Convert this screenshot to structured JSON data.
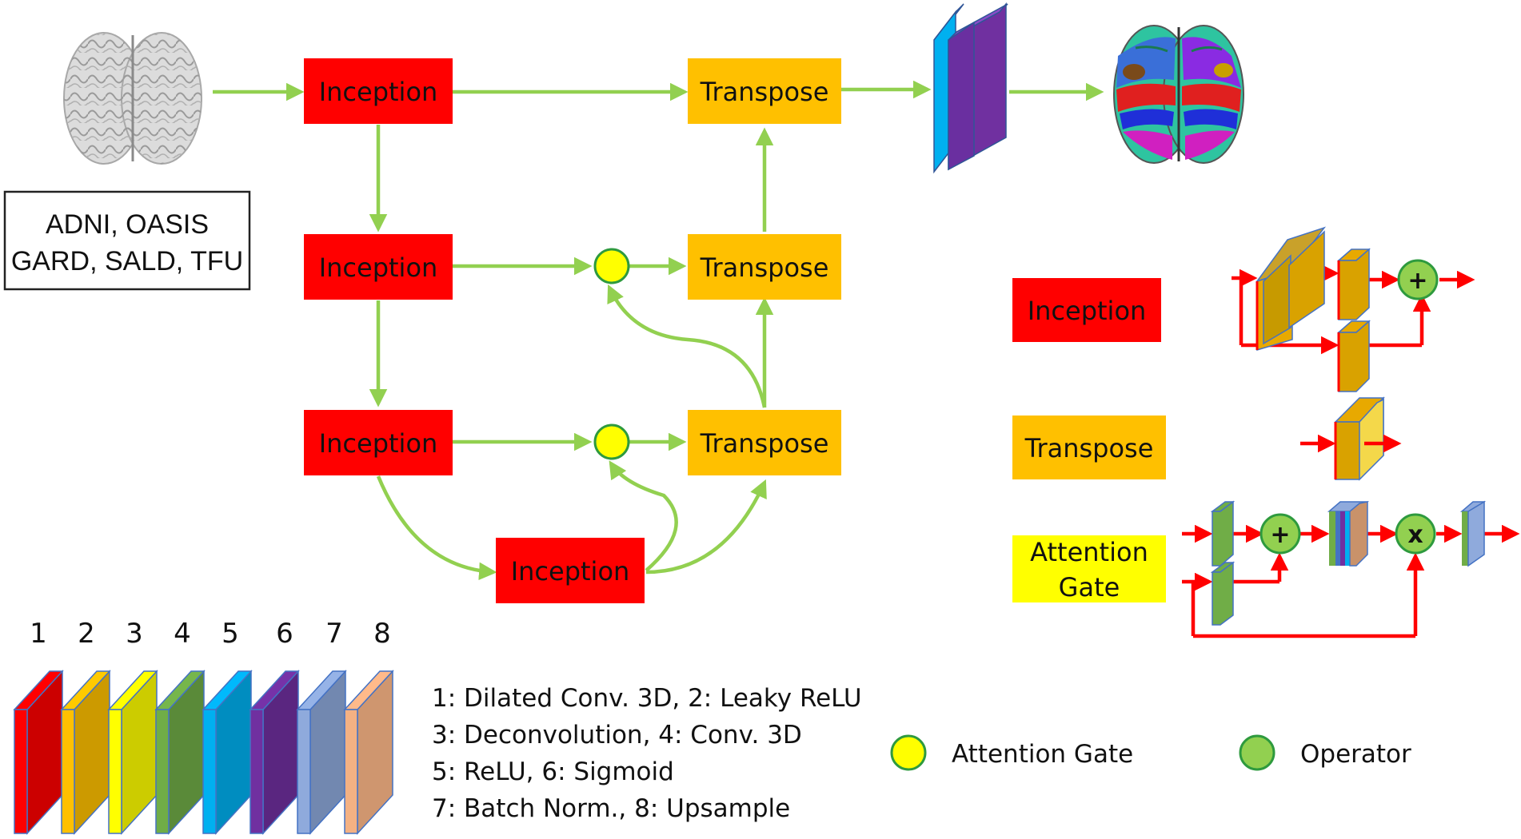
{
  "datasets": {
    "line1": "ADNI, OASIS",
    "line2": "GARD, SALD, TFU"
  },
  "blocks": {
    "inception": "Inception",
    "transpose": "Transpose"
  },
  "legend_blocks": {
    "inception": "Inception",
    "transpose": "Transpose",
    "attention_line1": "Attention",
    "attention_line2": "Gate"
  },
  "operators": {
    "plus": "+",
    "times": "x"
  },
  "layer_numbers": [
    "1",
    "2",
    "3",
    "4",
    "5",
    "6",
    "7",
    "8"
  ],
  "layer_legend": [
    "1: Dilated Conv. 3D, 2: Leaky ReLU",
    "3: Deconvolution, 4: Conv. 3D",
    "5: ReLU, 6: Sigmoid",
    "7: Batch Norm., 8: Upsample"
  ],
  "symbol_legend": {
    "attention_gate": "Attention Gate",
    "operator": "Operator"
  },
  "colors": {
    "inception": "#ff0000",
    "transpose": "#ffc000",
    "attention_gate": "#ffff00",
    "operator": "#92d050",
    "arrow_green": "#92d050",
    "arrow_red": "#ff0000",
    "layers": [
      "#ff0000",
      "#ffc000",
      "#ffff00",
      "#70ad47",
      "#00b0f0",
      "#7030a0",
      "#8faadc",
      "#f4b183"
    ]
  }
}
